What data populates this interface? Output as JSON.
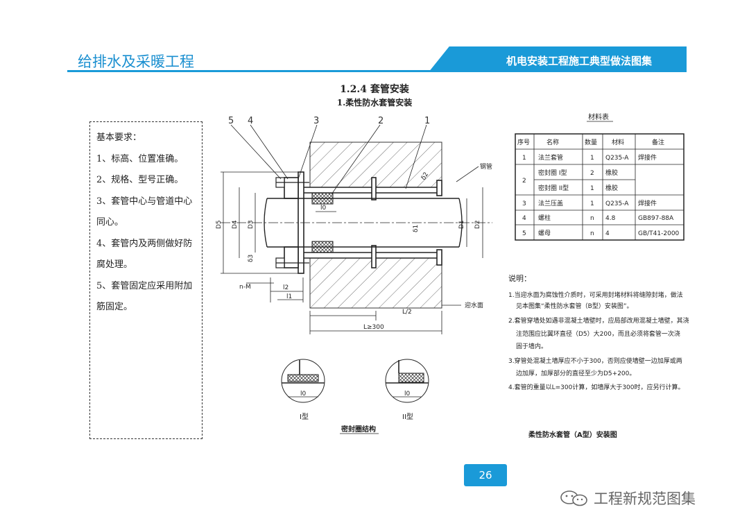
{
  "header": {
    "left_title": "给排水及采暖工程",
    "right_title": "机电安装工程施工典型做法图集"
  },
  "section": {
    "title": "1.2.4 套管安装",
    "subtitle": "1.柔性防水套管安装"
  },
  "requirements": {
    "heading": "基本要求：",
    "items": [
      "1、标高、位置准确。",
      "2、规格、型号正确。",
      "3、套管中心与管道中心同心。",
      "4、套管内及两侧做好防腐处理。",
      "5、套管固定应采用附加筋固定。"
    ]
  },
  "drawing": {
    "callouts": [
      "5",
      "4",
      "3",
      "2",
      "1"
    ],
    "labels": {
      "steel_pipe": "钢管",
      "water_face": "迎水面",
      "nm": "n-M",
      "l2": "l2",
      "l1": "l1",
      "l0": "l0",
      "half_l": "L/2",
      "l_300": "L≥300",
      "d5": "D5",
      "d4": "D4",
      "d3": "D3",
      "d1": "D1",
      "d2": "D2",
      "delta1": "δ1",
      "delta2": "δ2",
      "delta3": "δ3",
      "type1": "I型",
      "type2": "II型",
      "seal_title": "密封圈结构",
      "main_title": "柔性防水套管（A型）安装图"
    }
  },
  "materials": {
    "title": "材料表",
    "headers": [
      "序号",
      "名称",
      "数量",
      "材料",
      "备注"
    ],
    "rows": [
      [
        "1",
        "法兰套管",
        "1",
        "Q235-A",
        "焊接件"
      ],
      [
        "2",
        "密封圈 I型",
        "2",
        "橡胶",
        ""
      ],
      [
        "",
        "密封圈 II型",
        "1",
        "橡胶",
        ""
      ],
      [
        "3",
        "法兰压盖",
        "1",
        "Q235-A",
        "焊接件"
      ],
      [
        "4",
        "螺柱",
        "n",
        "4.8",
        "GB897-88A"
      ],
      [
        "5",
        "螺母",
        "n",
        "4",
        "GB/T41-2000"
      ]
    ]
  },
  "notes": {
    "heading": "说明：",
    "lines": [
      "1.当迎水面为腐蚀性介质时，可采用封堵材料将缝隙封堵，做法",
      "见本图集“柔性防水套管（B型）安装图”。",
      "2.套管穿墙处如遇非混凝土墙壁时，应局部改用混凝土墙壁，其浇",
      "注范围应比翼环直径（D5）大200，而且必须将套管一次浇",
      "固于墙内。",
      "3.穿管处混凝土墙厚应不小于300，否则应使墙壁一边加厚或两",
      "边加厚，加厚部分的直径至少为D5+200。",
      "4.套管的重量以L=300计算，如墙厚大于300时，应另行计算。"
    ]
  },
  "page_number": "26",
  "watermark": "工程新规范图集"
}
